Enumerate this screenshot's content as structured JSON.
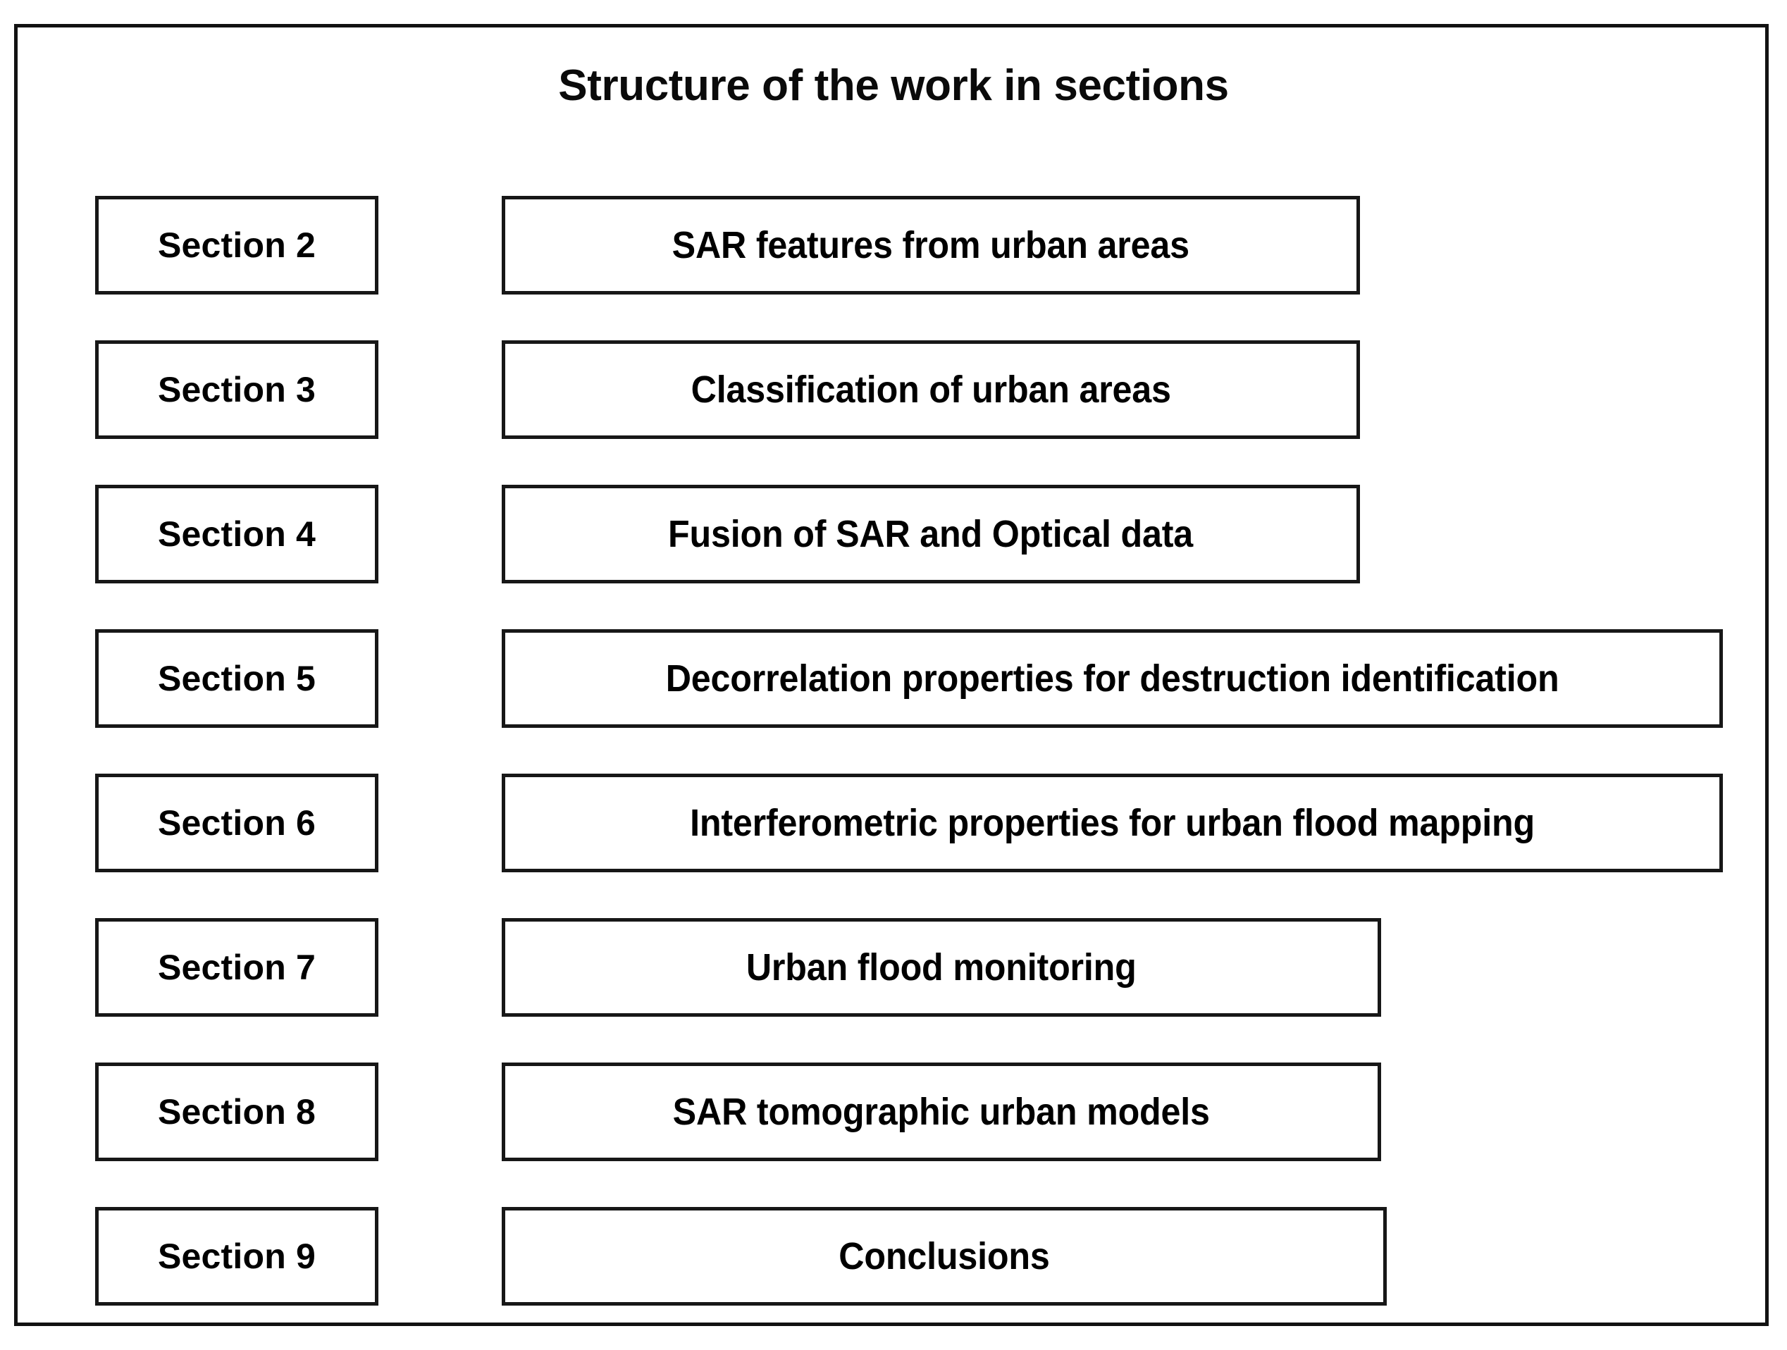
{
  "figure": {
    "title": "Structure of the work in sections",
    "background_color": "#ffffff",
    "border_color": "#121212",
    "text_color": "#000000"
  },
  "rows": [
    {
      "section": "Section 2",
      "topic": "SAR features from urban areas"
    },
    {
      "section": "Section 3",
      "topic": "Classification of urban areas"
    },
    {
      "section": "Section 4",
      "topic": "Fusion of SAR and Optical data"
    },
    {
      "section": "Section 5",
      "topic": "Decorrelation properties for destruction identification"
    },
    {
      "section": "Section 6",
      "topic": "Interferometric properties for urban flood mapping"
    },
    {
      "section": "Section 7",
      "topic": "Urban flood monitoring"
    },
    {
      "section": "Section 8",
      "topic": "SAR tomographic urban models"
    },
    {
      "section": "Section 9",
      "topic": "Conclusions"
    }
  ]
}
